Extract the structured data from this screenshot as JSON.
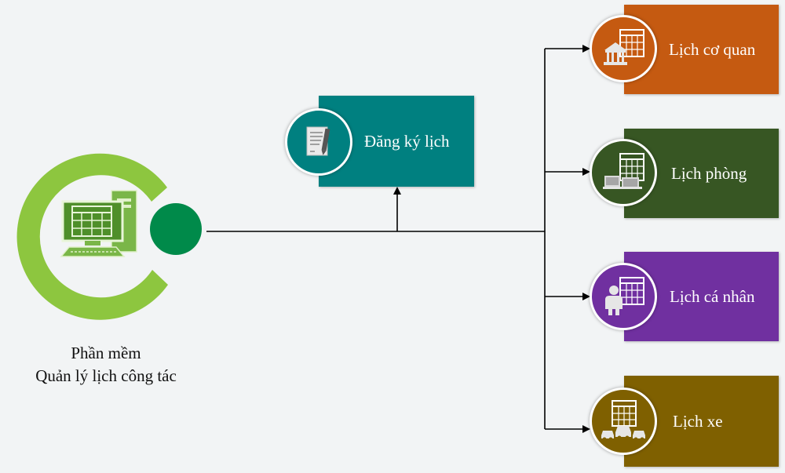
{
  "hub": {
    "line1": "Phần mềm",
    "line2": "Quản lý lịch công tác",
    "ring_color": "#8dc63f",
    "knob_color": "#008a4a",
    "icon": "computer-calendar-icon"
  },
  "register": {
    "label": "Đăng ký lịch",
    "color": "#008080",
    "icon": "document-pen-icon"
  },
  "outputs": [
    {
      "label": "Lịch cơ quan",
      "color": "#c55a11",
      "icon": "building-calendar-icon"
    },
    {
      "label": "Lịch phòng",
      "color": "#375623",
      "icon": "room-calendar-icon"
    },
    {
      "label": "Lịch cá nhân",
      "color": "#7030a0",
      "icon": "person-calendar-icon"
    },
    {
      "label": "Lịch xe",
      "color": "#7f6000",
      "icon": "car-calendar-icon"
    }
  ]
}
